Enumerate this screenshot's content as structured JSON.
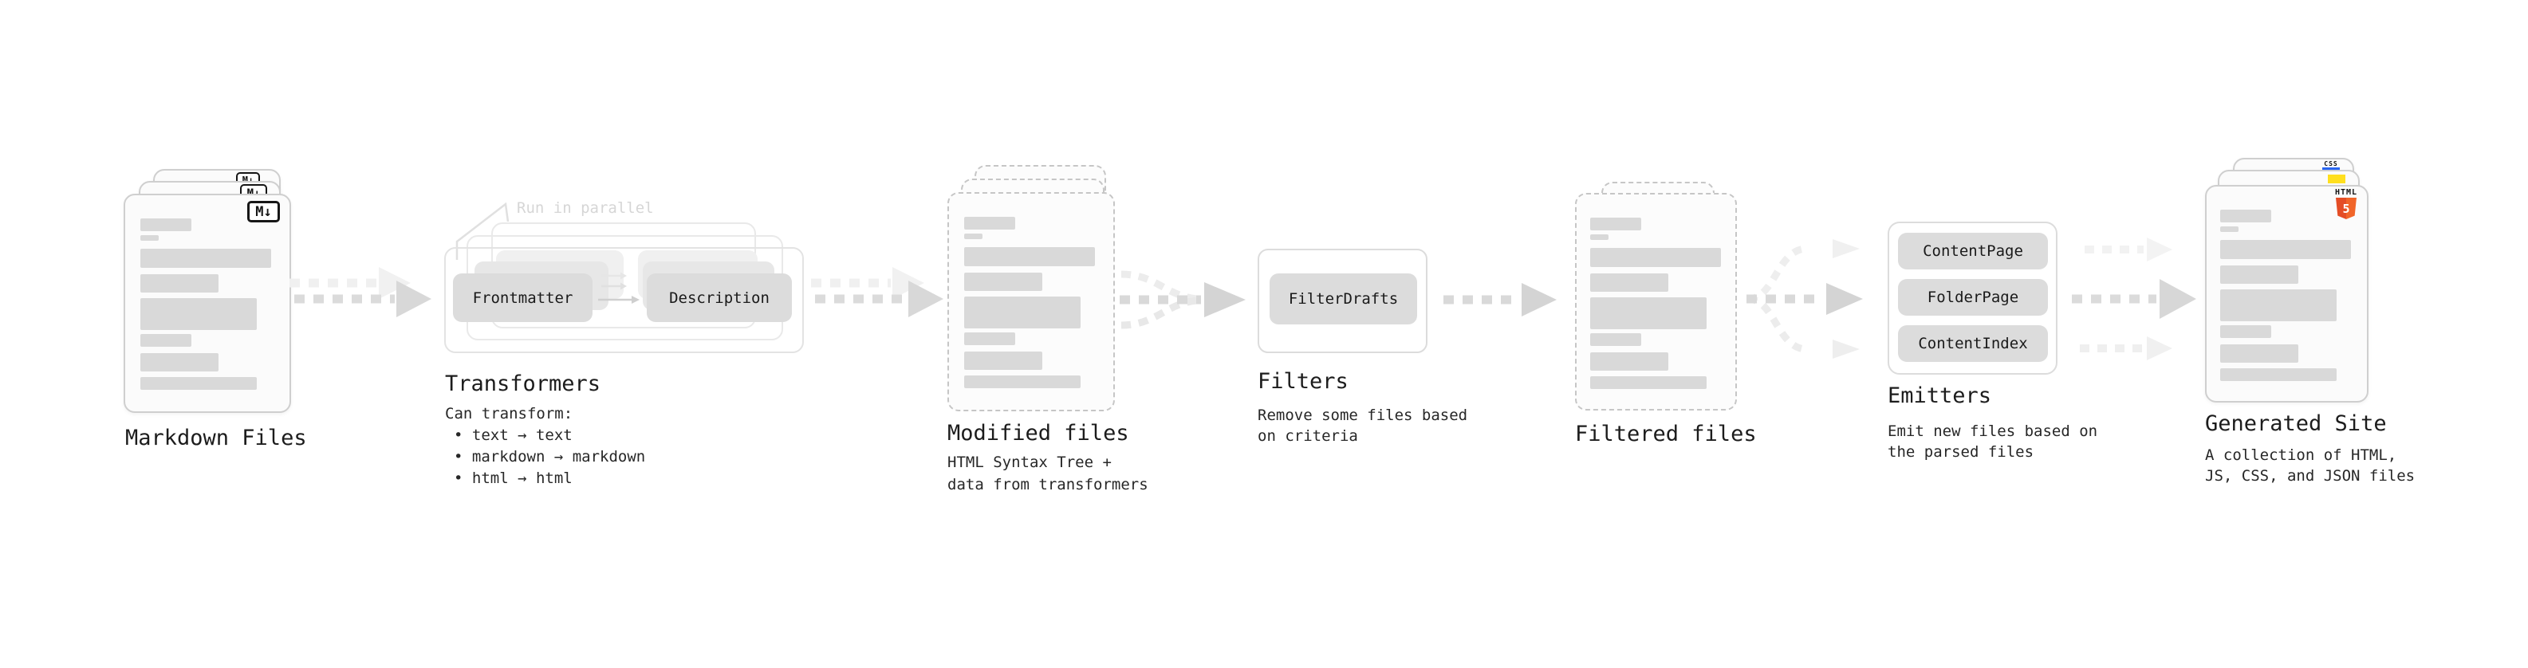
{
  "diagram": {
    "stage1": {
      "label": "Markdown Files",
      "md_icon": "M↓"
    },
    "stage2": {
      "annotation": "Run in parallel",
      "btn_frontmatter": "Frontmatter",
      "btn_description": "Description",
      "label": "Transformers",
      "desc_title": "Can transform:",
      "bullet1": "• text → text",
      "bullet2": "• markdown → markdown",
      "bullet3": "• html → html"
    },
    "stage3": {
      "label": "Modified files",
      "desc1": "HTML Syntax Tree +",
      "desc2": "data from transformers"
    },
    "stage4": {
      "label": "Filters",
      "btn": "FilterDrafts",
      "desc1": "Remove some files based",
      "desc2": "on criteria"
    },
    "stage5": {
      "label": "Filtered files"
    },
    "stage6": {
      "label": "Emitters",
      "btn1": "ContentPage",
      "btn2": "FolderPage",
      "btn3": "ContentIndex",
      "desc1": "Emit new files based on",
      "desc2": "the parsed files"
    },
    "stage7": {
      "label": "Generated Site",
      "desc1": "A collection of HTML,",
      "desc2": "JS, CSS, and JSON files",
      "html_icon_word": "HTML",
      "html_icon_number": "5",
      "css_icon_word": "CSS"
    }
  },
  "colors": {
    "ink": "#1c1c1c",
    "placeholder_gray": "#d9d9d9",
    "html5_orange": "#e44d26",
    "html5_orange_light": "#f16529",
    "js_yellow": "#ffdf1e",
    "css_blue": "#2965f1"
  }
}
